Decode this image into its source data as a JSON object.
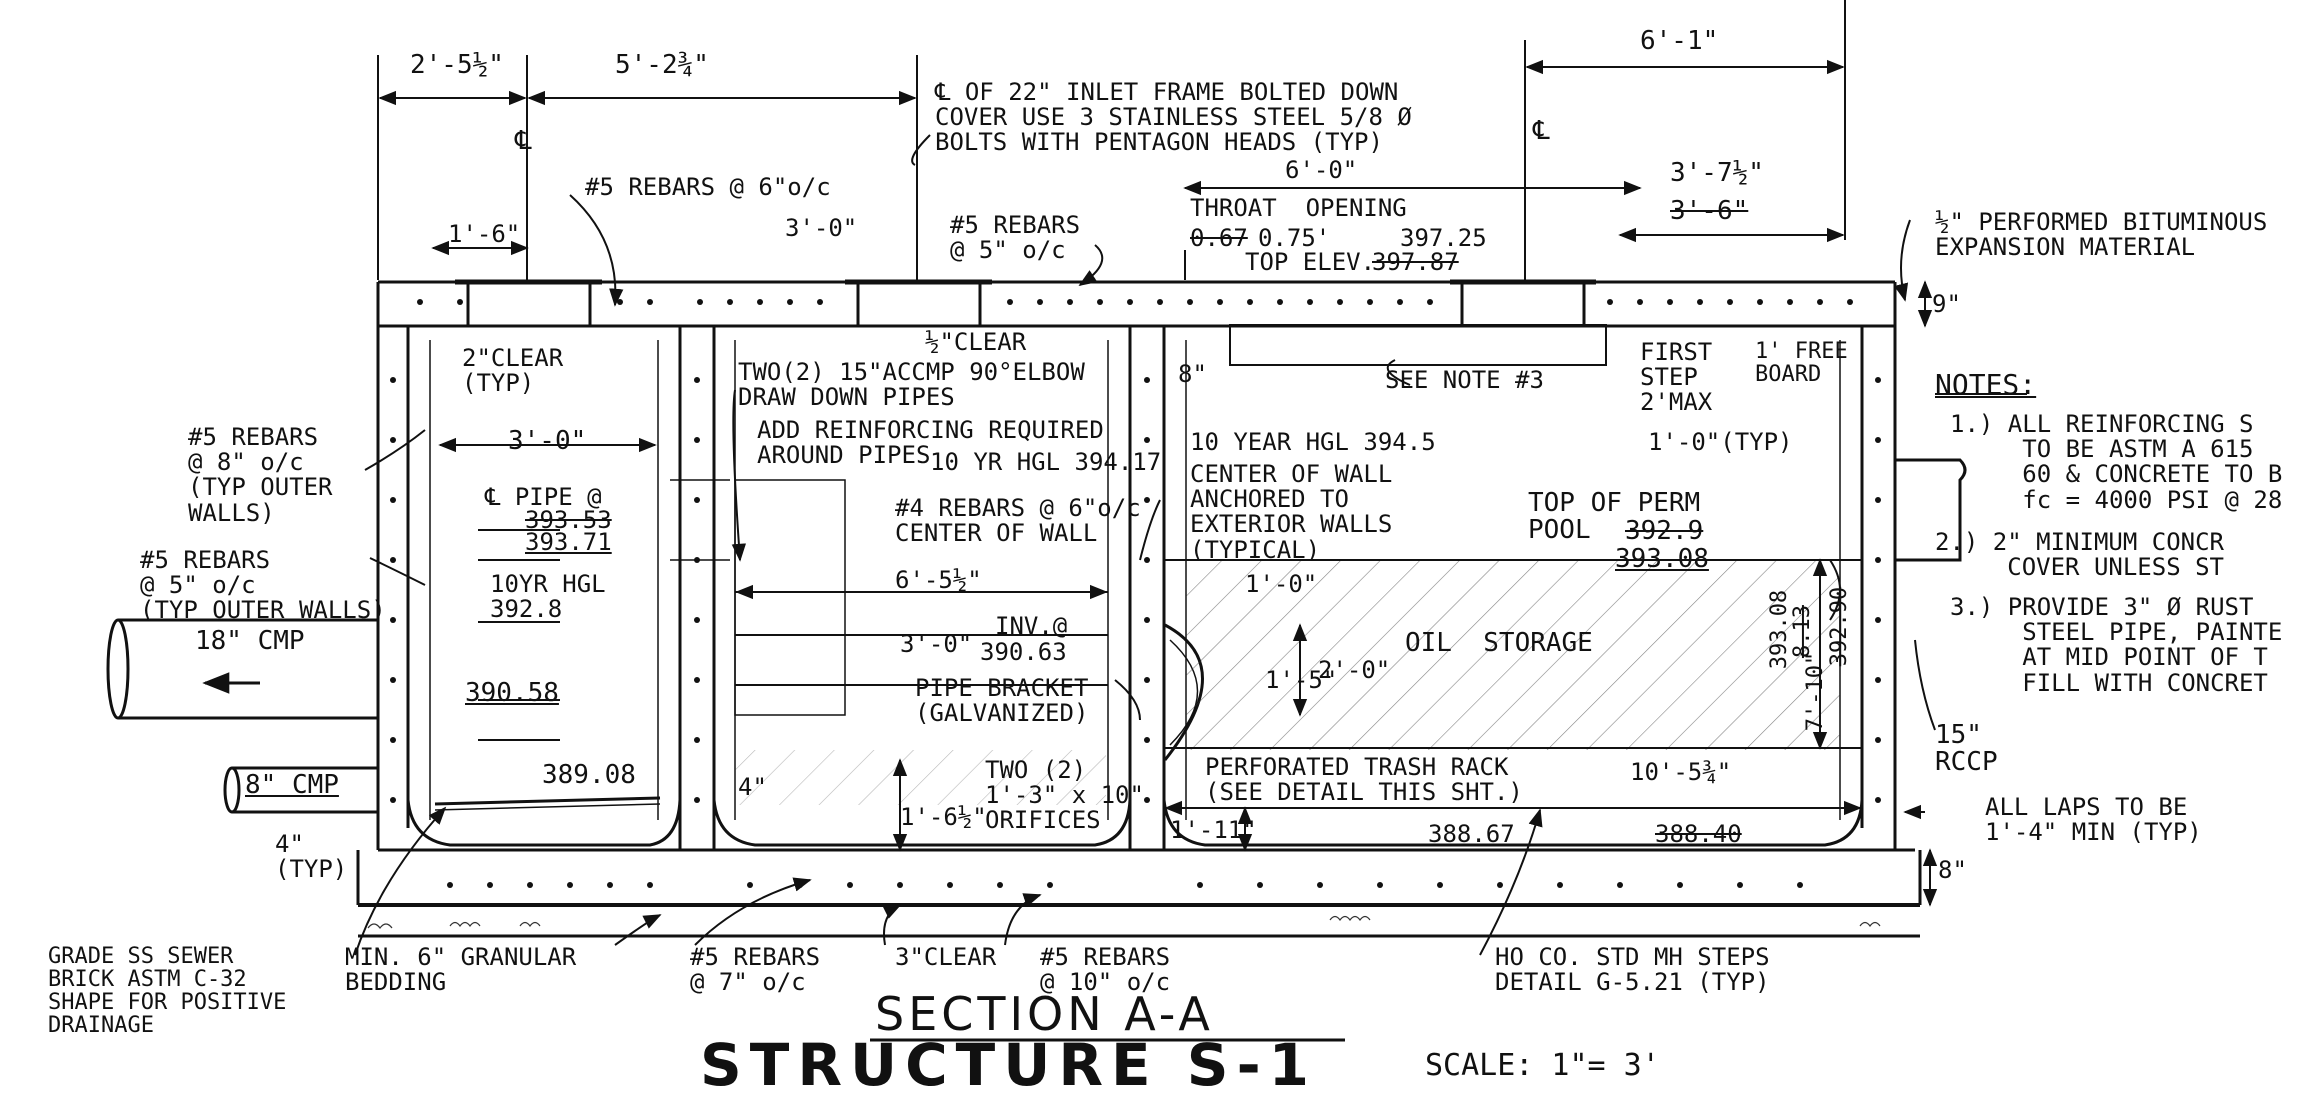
{
  "section_title": "SECTION A-A",
  "structure_title": "STRUCTURE S-1",
  "scale": "SCALE: 1\"= 3'",
  "notes": {
    "heading": "NOTES:",
    "items": [
      "1.) ALL REINFORCING S\n     TO BE ASTM A 615\n     60 & CONCRETE TO B\n     fc = 4000 PSI @ 28",
      "2.) 2\" MINIMUM CONCR\n     COVER UNLESS ST",
      "3.) PROVIDE 3\" Ø RUST\n     STEEL PIPE, PAINTE\n     AT MID POINT OF T\n     FILL WITH CONCRET"
    ]
  },
  "dimensions": {
    "d_2_5_half": "2'-5½\"",
    "d_5_2_3q": "5'-2¾\"",
    "d_6_1": "6'-1\"",
    "d_1_6": "1'-6\"",
    "d_3_0_top": "3'-0\"",
    "d_6_0": "6'-0\"",
    "d_3_7_half": "3'-7½\"",
    "d_3_6_struck": "3'-6\"",
    "d_9": "9\"",
    "d_8_top": "8\"",
    "d_3_0_mid": "3'-0\"",
    "d_6_5_half": "6'-5½\"",
    "d_3_0_low": "3'-0\"",
    "d_1_0": "1'-0\"",
    "d_1_5": "1'-5\"",
    "d_2_0": "2'-0\"",
    "d_1_0_typ": "1'-0\"(TYP)",
    "d_4_in": "4\"",
    "d_1_6_half": "1'-6½\"",
    "d_1_11": "1'-11\"",
    "d_10_5_3q": "10'-5¾\"",
    "d_8_bot": "8\"",
    "d_4_typ": "4\"\n(TYP)",
    "d_7_10": "7'-10\"",
    "d_7_10_struck": "8.13",
    "elev_393_08_vert": "393.08",
    "elev_392_90_vert": "392.90"
  },
  "labels": {
    "inlet_frame": "℄ OF 22\" INLET FRAME BOLTED DOWN\nCOVER USE 3 STAINLESS STEEL 5/8 Ø\nBOLTS WITH PENTAGON HEADS (TYP)",
    "cl_left": "℄",
    "cl_right": "℄",
    "rebars_6oc": "#5 REBARS @ 6\"o/c",
    "rebars_top_mid": "#5 REBARS\n@ 5\" o/c",
    "throat_opening": "THROAT  OPENING",
    "throat_067": "0.67",
    "throat_075": "0.75'",
    "top_elev_label": "TOP ELEV.",
    "top_elev_new": "397.25",
    "top_elev_struck": "397.87",
    "expansion_material": "½\" PERFORMED BITUMINOUS\nEXPANSION MATERIAL",
    "half_clear": "½\"CLEAR",
    "clear_2_typ": "2\"CLEAR\n(TYP)",
    "draw_down_pipes": "TWO(2) 15\"ACCMP 90°ELBOW\nDRAW DOWN PIPES",
    "see_note_3": "SEE NOTE #3",
    "first_step": "FIRST\nSTEP\n2'MAX",
    "freeboard": "1' FREE\nBOARD",
    "rebars_outer_8": "#5 REBARS\n@ 8\" o/c\n(TYP OUTER\nWALLS)",
    "add_reinforcing": "ADD REINFORCING REQUIRED\nAROUND PIPES",
    "hgl_10yr_394": "10 YR HGL 394.17",
    "hgl_10yr_3945": "10 YEAR HGL 394.5",
    "center_of_wall": "CENTER OF WALL\nANCHORED TO\nEXTERIOR WALLS\n(TYPICAL)",
    "top_perm_pool": "TOP OF PERM\nPOOL",
    "perm_pool_struck": "392.9",
    "perm_pool_new": "393.08",
    "pipe_cl": "℄ PIPE @",
    "pipe_cl_struck": "393.53",
    "pipe_cl_new": "393.71",
    "rebars_4": "#4 REBARS @ 6\"o/c\nCENTER OF WALL",
    "rebars_outer_5": "#5 REBARS\n@ 5\" o/c\n(TYP OUTER WALLS)",
    "hgl_10yr_392": "10YR HGL\n392.8",
    "cmp_18": "18\" CMP",
    "inv_label": "INV.@",
    "inv_value": "390.63",
    "oil_storage": "OIL  STORAGE",
    "elev_390_58": "390.58",
    "pipe_bracket": "PIPE BRACKET\n(GALVANIZED)",
    "cmp_8": "8\" CMP",
    "elev_389_08": "389.08",
    "two_orifices": "TWO (2)\n1'-3\" x 10\"\nORIFICES",
    "trash_rack": "PERFORATED TRASH RACK\n(SEE DETAIL THIS SHT.)",
    "rccp_15": "15\"\nRCCP",
    "elev_388_67": "388.67",
    "elev_388_40_struck": "388.40",
    "all_laps": "ALL LAPS TO BE\n1'-4\" MIN (TYP)",
    "grade_ss": "GRADE SS SEWER\nBRICK ASTM C-32\nSHAPE FOR POSITIVE\nDRAINAGE",
    "granular_bedding": "MIN. 6\" GRANULAR\nBEDDING",
    "rebars_7oc": "#5 REBARS\n@ 7\" o/c",
    "clear_3": "3\"CLEAR",
    "rebars_10oc": "#5 REBARS\n@ 10\" o/c",
    "mh_steps": "HO CO. STD MH STEPS\nDETAIL G-5.21 (TYP)"
  }
}
